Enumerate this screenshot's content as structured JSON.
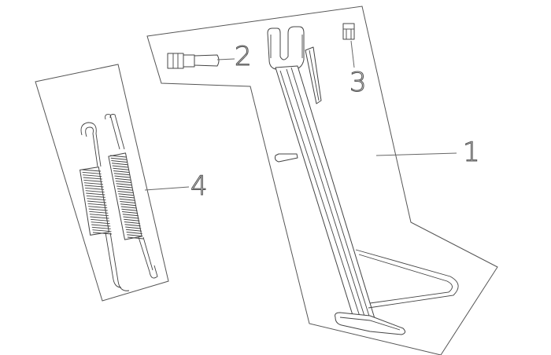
{
  "callouts": {
    "kickstand": "1",
    "bolt": "2",
    "nut": "3",
    "springs": "4"
  },
  "colors": {
    "line": "#444444",
    "background": "#ffffff"
  }
}
